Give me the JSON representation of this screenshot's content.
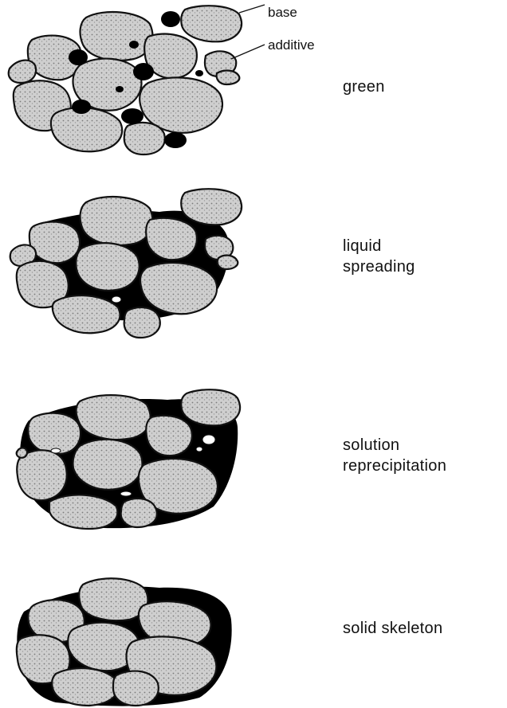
{
  "callouts": {
    "base": "base",
    "additive": "additive"
  },
  "stages": [
    {
      "lines": [
        "green"
      ]
    },
    {
      "lines": [
        "liquid",
        "spreading"
      ]
    },
    {
      "lines": [
        "solution",
        "reprecipitation"
      ]
    },
    {
      "lines": [
        "solid skeleton"
      ]
    }
  ],
  "colors": {
    "grain_fill": "#c9c9c9",
    "outline": "#111111",
    "liquid_phase": "#000000"
  }
}
